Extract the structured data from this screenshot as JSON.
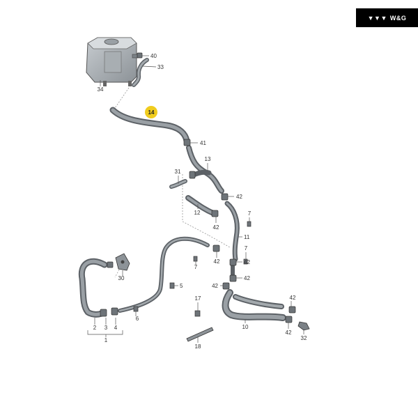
{
  "brand": {
    "mark": "▼▼▼",
    "name": "W&G"
  },
  "colors": {
    "hose": "#8d9398",
    "hoseDark": "#5c6166",
    "line": "#555555",
    "highlight": "#f0cc1e",
    "text": "#333333"
  },
  "callouts": [
    {
      "id": "c40",
      "text": "40"
    },
    {
      "id": "c33",
      "text": "33"
    },
    {
      "id": "c34",
      "text": "34"
    },
    {
      "id": "c14",
      "text": "14",
      "highlight": true
    },
    {
      "id": "c41",
      "text": "41"
    },
    {
      "id": "c13",
      "text": "13"
    },
    {
      "id": "c31",
      "text": "31"
    },
    {
      "id": "c42a",
      "text": "42"
    },
    {
      "id": "c12",
      "text": "12"
    },
    {
      "id": "c42b",
      "text": "42"
    },
    {
      "id": "c7a",
      "text": "7"
    },
    {
      "id": "c11",
      "text": "11"
    },
    {
      "id": "c7b",
      "text": "7"
    },
    {
      "id": "c42c",
      "text": "42"
    },
    {
      "id": "c42d",
      "text": "42"
    },
    {
      "id": "c7c",
      "text": "7"
    },
    {
      "id": "c30",
      "text": "30"
    },
    {
      "id": "c42e",
      "text": "42"
    },
    {
      "id": "c42f",
      "text": "42"
    },
    {
      "id": "c5",
      "text": "5"
    },
    {
      "id": "c17",
      "text": "17"
    },
    {
      "id": "c42g",
      "text": "42"
    },
    {
      "id": "c6",
      "text": "6"
    },
    {
      "id": "c10",
      "text": "10"
    },
    {
      "id": "c42h",
      "text": "42"
    },
    {
      "id": "c2",
      "text": "2"
    },
    {
      "id": "c3",
      "text": "3"
    },
    {
      "id": "c4",
      "text": "4"
    },
    {
      "id": "c32",
      "text": "32"
    },
    {
      "id": "c1",
      "text": "1"
    },
    {
      "id": "c18",
      "text": "18"
    }
  ]
}
